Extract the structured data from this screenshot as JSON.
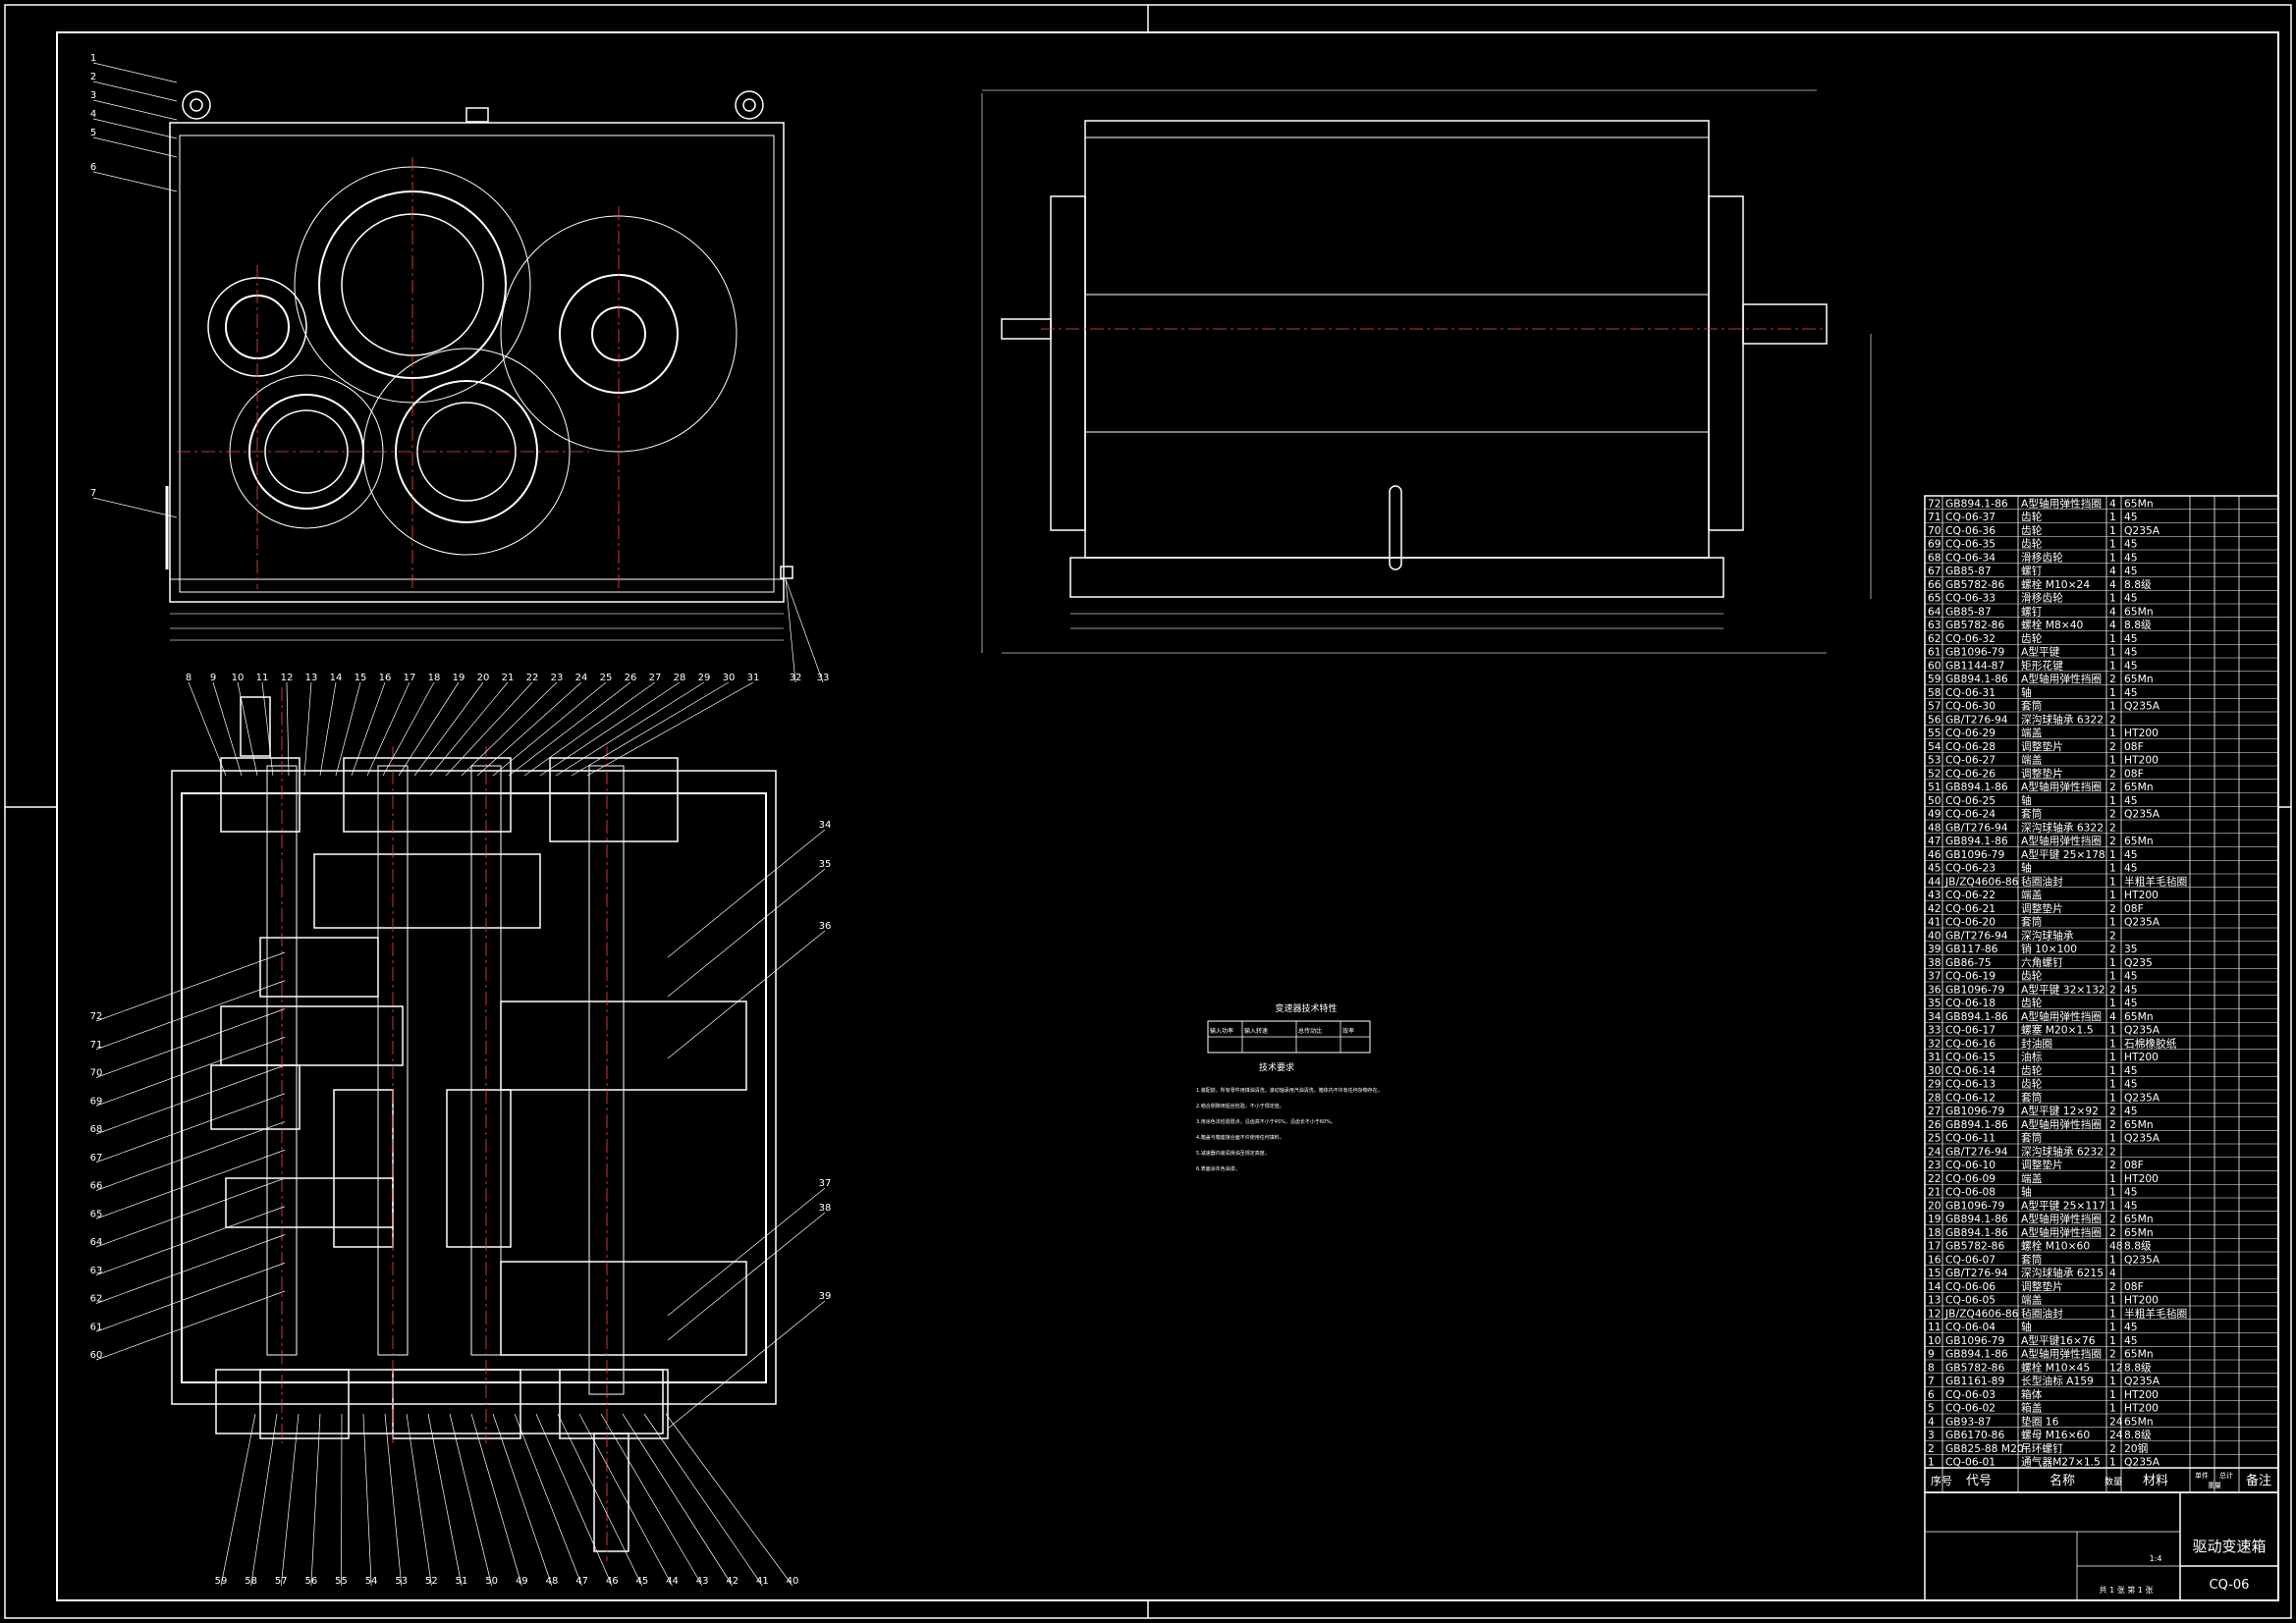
{
  "title_block": {
    "drawing_name": "驱动变速箱",
    "drawing_code": "CQ-06",
    "scale": "1:4",
    "sheet_info": "共 1 张 第 1 张",
    "header_labels": [
      "序号",
      "代号",
      "名称",
      "数量",
      "材料",
      "单件",
      "总计",
      "重量",
      "备注"
    ]
  },
  "notes": {
    "table_title": "变速器技术特性",
    "table_headers": [
      "输入功率",
      "输入转速",
      "总传动比",
      "效率"
    ],
    "tech_requirements_title": "技术要求",
    "tech_requirements": [
      "1.装配前，所有零件用煤油清洗，滚动轴承用汽油清洗，箱体内不许有任何杂物存在。",
      "2.啮合侧隙用铅丝检验，不小于规定值。",
      "3.用涂色法检验斑点，沿齿高不小于45%，沿齿长不小于60%。",
      "4.箱盖与箱座接合面不许使用任何填料。",
      "5.减速器内装润滑油至规定高度。",
      "6.表面涂灰色油漆。"
    ]
  },
  "parts_list": [
    {
      "no": "72",
      "code": "GB894.1-86",
      "name": "A型轴用弹性挡圈",
      "qty": "4",
      "mat": "65Mn"
    },
    {
      "no": "71",
      "code": "CQ-06-37",
      "name": "齿轮",
      "qty": "1",
      "mat": "45"
    },
    {
      "no": "70",
      "code": "CQ-06-36",
      "name": "齿轮",
      "qty": "1",
      "mat": "Q235A"
    },
    {
      "no": "69",
      "code": "CQ-06-35",
      "name": "齿轮",
      "qty": "1",
      "mat": "45"
    },
    {
      "no": "68",
      "code": "CQ-06-34",
      "name": "滑移齿轮",
      "qty": "1",
      "mat": "45"
    },
    {
      "no": "67",
      "code": "GB85-87",
      "name": "螺钉",
      "qty": "4",
      "mat": "45"
    },
    {
      "no": "66",
      "code": "GB5782-86",
      "name": "螺栓 M10×24",
      "qty": "4",
      "mat": "8.8级"
    },
    {
      "no": "65",
      "code": "CQ-06-33",
      "name": "滑移齿轮",
      "qty": "1",
      "mat": "45"
    },
    {
      "no": "64",
      "code": "GB85-87",
      "name": "螺钉",
      "qty": "4",
      "mat": "65Mn"
    },
    {
      "no": "63",
      "code": "GB5782-86",
      "name": "螺栓 M8×40",
      "qty": "4",
      "mat": "8.8级"
    },
    {
      "no": "62",
      "code": "CQ-06-32",
      "name": "齿轮",
      "qty": "1",
      "mat": "45"
    },
    {
      "no": "61",
      "code": "GB1096-79",
      "name": "A型平键",
      "qty": "1",
      "mat": "45"
    },
    {
      "no": "60",
      "code": "GB1144-87",
      "name": "矩形花键",
      "qty": "1",
      "mat": "45"
    },
    {
      "no": "59",
      "code": "GB894.1-86",
      "name": "A型轴用弹性挡圈",
      "qty": "2",
      "mat": "65Mn"
    },
    {
      "no": "58",
      "code": "CQ-06-31",
      "name": "轴",
      "qty": "1",
      "mat": "45"
    },
    {
      "no": "57",
      "code": "CQ-06-30",
      "name": "套筒",
      "qty": "1",
      "mat": "Q235A"
    },
    {
      "no": "56",
      "code": "GB/T276-94",
      "name": "深沟球轴承 6322",
      "qty": "2",
      "mat": ""
    },
    {
      "no": "55",
      "code": "CQ-06-29",
      "name": "端盖",
      "qty": "1",
      "mat": "HT200"
    },
    {
      "no": "54",
      "code": "CQ-06-28",
      "name": "调整垫片",
      "qty": "2",
      "mat": "08F"
    },
    {
      "no": "53",
      "code": "CQ-06-27",
      "name": "端盖",
      "qty": "1",
      "mat": "HT200"
    },
    {
      "no": "52",
      "code": "CQ-06-26",
      "name": "调整垫片",
      "qty": "2",
      "mat": "08F"
    },
    {
      "no": "51",
      "code": "GB894.1-86",
      "name": "A型轴用弹性挡圈",
      "qty": "2",
      "mat": "65Mn"
    },
    {
      "no": "50",
      "code": "CQ-06-25",
      "name": "轴",
      "qty": "1",
      "mat": "45"
    },
    {
      "no": "49",
      "code": "CQ-06-24",
      "name": "套筒",
      "qty": "2",
      "mat": "Q235A"
    },
    {
      "no": "48",
      "code": "GB/T276-94",
      "name": "深沟球轴承 6322",
      "qty": "2",
      "mat": ""
    },
    {
      "no": "47",
      "code": "GB894.1-86",
      "name": "A型轴用弹性挡圈",
      "qty": "2",
      "mat": "65Mn"
    },
    {
      "no": "46",
      "code": "GB1096-79",
      "name": "A型平键 25×178",
      "qty": "1",
      "mat": "45"
    },
    {
      "no": "45",
      "code": "CQ-06-23",
      "name": "轴",
      "qty": "1",
      "mat": "45"
    },
    {
      "no": "44",
      "code": "JB/ZQ4606-86",
      "name": "毡圈油封",
      "qty": "1",
      "mat": "半粗羊毛毡圈"
    },
    {
      "no": "43",
      "code": "CQ-06-22",
      "name": "端盖",
      "qty": "1",
      "mat": "HT200"
    },
    {
      "no": "42",
      "code": "CQ-06-21",
      "name": "调整垫片",
      "qty": "2",
      "mat": "08F"
    },
    {
      "no": "41",
      "code": "CQ-06-20",
      "name": "套筒",
      "qty": "1",
      "mat": "Q235A"
    },
    {
      "no": "40",
      "code": "GB/T276-94",
      "name": "深沟球轴承",
      "qty": "2",
      "mat": ""
    },
    {
      "no": "39",
      "code": "GB117-86",
      "name": "销 10×100",
      "qty": "2",
      "mat": "35"
    },
    {
      "no": "38",
      "code": "GB86-75",
      "name": "六角螺钉",
      "qty": "1",
      "mat": "Q235"
    },
    {
      "no": "37",
      "code": "CQ-06-19",
      "name": "齿轮",
      "qty": "1",
      "mat": "45"
    },
    {
      "no": "36",
      "code": "GB1096-79",
      "name": "A型平键 32×132",
      "qty": "2",
      "mat": "45"
    },
    {
      "no": "35",
      "code": "CQ-06-18",
      "name": "齿轮",
      "qty": "1",
      "mat": "45"
    },
    {
      "no": "34",
      "code": "GB894.1-86",
      "name": "A型轴用弹性挡圈",
      "qty": "4",
      "mat": "65Mn"
    },
    {
      "no": "33",
      "code": "CQ-06-17",
      "name": "螺塞 M20×1.5",
      "qty": "1",
      "mat": "Q235A"
    },
    {
      "no": "32",
      "code": "CQ-06-16",
      "name": "封油圈",
      "qty": "1",
      "mat": "石棉橡胶纸"
    },
    {
      "no": "31",
      "code": "CQ-06-15",
      "name": "油标",
      "qty": "1",
      "mat": "HT200"
    },
    {
      "no": "30",
      "code": "CQ-06-14",
      "name": "齿轮",
      "qty": "1",
      "mat": "45"
    },
    {
      "no": "29",
      "code": "CQ-06-13",
      "name": "齿轮",
      "qty": "1",
      "mat": "45"
    },
    {
      "no": "28",
      "code": "CQ-06-12",
      "name": "套筒",
      "qty": "1",
      "mat": "Q235A"
    },
    {
      "no": "27",
      "code": "GB1096-79",
      "name": "A型平键 12×92",
      "qty": "2",
      "mat": "45"
    },
    {
      "no": "26",
      "code": "GB894.1-86",
      "name": "A型轴用弹性挡圈",
      "qty": "2",
      "mat": "65Mn"
    },
    {
      "no": "25",
      "code": "CQ-06-11",
      "name": "套筒",
      "qty": "1",
      "mat": "Q235A"
    },
    {
      "no": "24",
      "code": "GB/T276-94",
      "name": "深沟球轴承 6232",
      "qty": "2",
      "mat": ""
    },
    {
      "no": "23",
      "code": "CQ-06-10",
      "name": "调整垫片",
      "qty": "2",
      "mat": "08F"
    },
    {
      "no": "22",
      "code": "CQ-06-09",
      "name": "端盖",
      "qty": "1",
      "mat": "HT200"
    },
    {
      "no": "21",
      "code": "CQ-06-08",
      "name": "轴",
      "qty": "1",
      "mat": "45"
    },
    {
      "no": "20",
      "code": "GB1096-79",
      "name": "A型平键 25×117",
      "qty": "1",
      "mat": "45"
    },
    {
      "no": "19",
      "code": "GB894.1-86",
      "name": "A型轴用弹性挡圈",
      "qty": "2",
      "mat": "65Mn"
    },
    {
      "no": "18",
      "code": "GB894.1-86",
      "name": "A型轴用弹性挡圈",
      "qty": "2",
      "mat": "65Mn"
    },
    {
      "no": "17",
      "code": "GB5782-86",
      "name": "螺栓 M10×60",
      "qty": "48",
      "mat": "8.8级"
    },
    {
      "no": "16",
      "code": "CQ-06-07",
      "name": "套筒",
      "qty": "1",
      "mat": "Q235A"
    },
    {
      "no": "15",
      "code": "GB/T276-94",
      "name": "深沟球轴承 6215",
      "qty": "4",
      "mat": ""
    },
    {
      "no": "14",
      "code": "CQ-06-06",
      "name": "调整垫片",
      "qty": "2",
      "mat": "08F"
    },
    {
      "no": "13",
      "code": "CQ-06-05",
      "name": "端盖",
      "qty": "1",
      "mat": "HT200"
    },
    {
      "no": "12",
      "code": "JB/ZQ4606-86",
      "name": "毡圈油封",
      "qty": "1",
      "mat": "半粗羊毛毡圈"
    },
    {
      "no": "11",
      "code": "CQ-06-04",
      "name": "轴",
      "qty": "1",
      "mat": "45"
    },
    {
      "no": "10",
      "code": "GB1096-79",
      "name": "A型平键16×76",
      "qty": "1",
      "mat": "45"
    },
    {
      "no": "9",
      "code": "GB894.1-86",
      "name": "A型轴用弹性挡圈",
      "qty": "2",
      "mat": "65Mn"
    },
    {
      "no": "8",
      "code": "GB5782-86",
      "name": "螺栓 M10×45",
      "qty": "12",
      "mat": "8.8级"
    },
    {
      "no": "7",
      "code": "GB1161-89",
      "name": "长型油标 A159",
      "qty": "1",
      "mat": "Q235A"
    },
    {
      "no": "6",
      "code": "CQ-06-03",
      "name": "箱体",
      "qty": "1",
      "mat": "HT200"
    },
    {
      "no": "5",
      "code": "CQ-06-02",
      "name": "箱盖",
      "qty": "1",
      "mat": "HT200"
    },
    {
      "no": "4",
      "code": "GB93-87",
      "name": "垫圈 16",
      "qty": "24",
      "mat": "65Mn"
    },
    {
      "no": "3",
      "code": "GB6170-86",
      "name": "螺母 M16×60",
      "qty": "24",
      "mat": "8.8级"
    },
    {
      "no": "2",
      "code": "GB825-88 M20",
      "name": "吊环螺钉",
      "qty": "2",
      "mat": "20钢"
    },
    {
      "no": "1",
      "code": "CQ-06-01",
      "name": "通气器M27×1.5",
      "qty": "1",
      "mat": "Q235A"
    }
  ],
  "balloons_front_left": [
    "1",
    "2",
    "3",
    "4",
    "5",
    "6",
    "7"
  ],
  "balloons_plan_top": [
    "8",
    "9",
    "10",
    "11",
    "12",
    "13",
    "14",
    "15",
    "16",
    "17",
    "18",
    "19",
    "20",
    "21",
    "22",
    "23",
    "24",
    "25",
    "26",
    "27",
    "28",
    "29",
    "30",
    "31"
  ],
  "balloons_plan_right": [
    "34",
    "35",
    "36",
    "37",
    "38",
    "39"
  ],
  "balloons_plan_left": [
    "72",
    "71",
    "70",
    "69",
    "68",
    "67",
    "66",
    "65",
    "64",
    "63",
    "62",
    "61",
    "60"
  ],
  "balloons_plan_bottom": [
    "59",
    "58",
    "57",
    "56",
    "55",
    "54",
    "53",
    "52",
    "51",
    "50",
    "49",
    "48",
    "47",
    "46",
    "45",
    "44",
    "43",
    "42",
    "41",
    "40"
  ],
  "balloons_front_right": [
    "32",
    "33"
  ],
  "colors": {
    "background": "#000000",
    "line": "#ffffff",
    "centerline": "#ff4444",
    "dim": "#cccccc"
  }
}
